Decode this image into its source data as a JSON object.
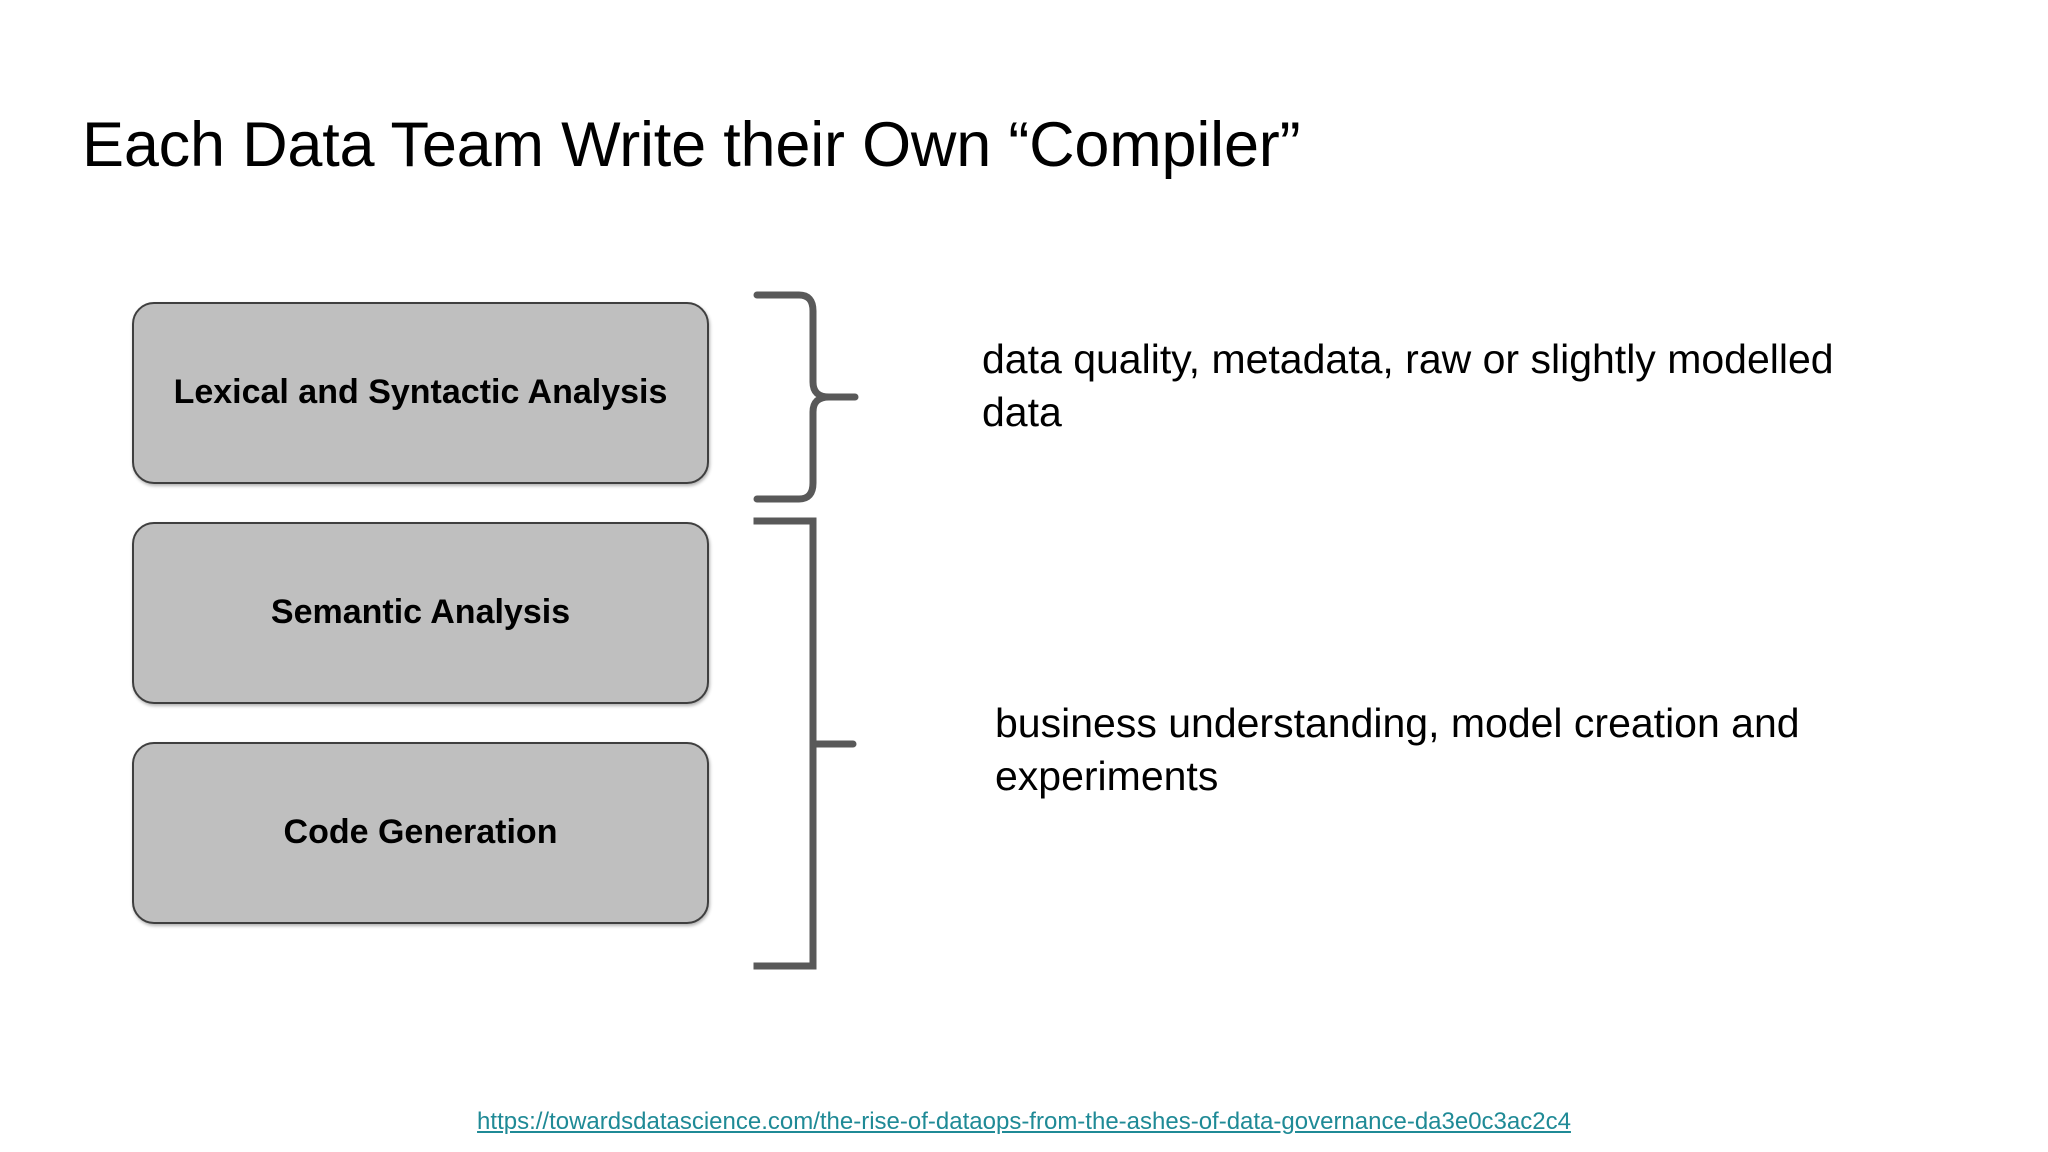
{
  "slide": {
    "title": "Each Data Team Write their Own “Compiler”",
    "background_color": "#ffffff"
  },
  "stages": [
    {
      "id": "lexical",
      "label": "Lexical and Syntactic Analysis",
      "fill_color": "#bfbfbf",
      "border_color": "#3f3f3f"
    },
    {
      "id": "semantic",
      "label": "Semantic Analysis",
      "fill_color": "#bfbfbf",
      "border_color": "#3f3f3f"
    },
    {
      "id": "codegen",
      "label": "Code Generation",
      "fill_color": "#bfbfbf",
      "border_color": "#3f3f3f"
    }
  ],
  "braces": [
    {
      "id": "brace-top",
      "icon": "curly-brace-right-icon",
      "color": "#595959",
      "groups": [
        "lexical"
      ]
    },
    {
      "id": "brace-bottom",
      "icon": "square-bracket-right-icon",
      "color": "#595959",
      "groups": [
        "semantic",
        "codegen"
      ]
    }
  ],
  "annotations": {
    "top": "data quality, metadata, raw or slightly modelled data",
    "bottom": "business understanding, model creation and experiments"
  },
  "source": {
    "url_text": "https://towardsdatascience.com/the-rise-of-dataops-from-the-ashes-of-data-governance-da3e0c3ac2c4",
    "color": "#1f8a96"
  }
}
